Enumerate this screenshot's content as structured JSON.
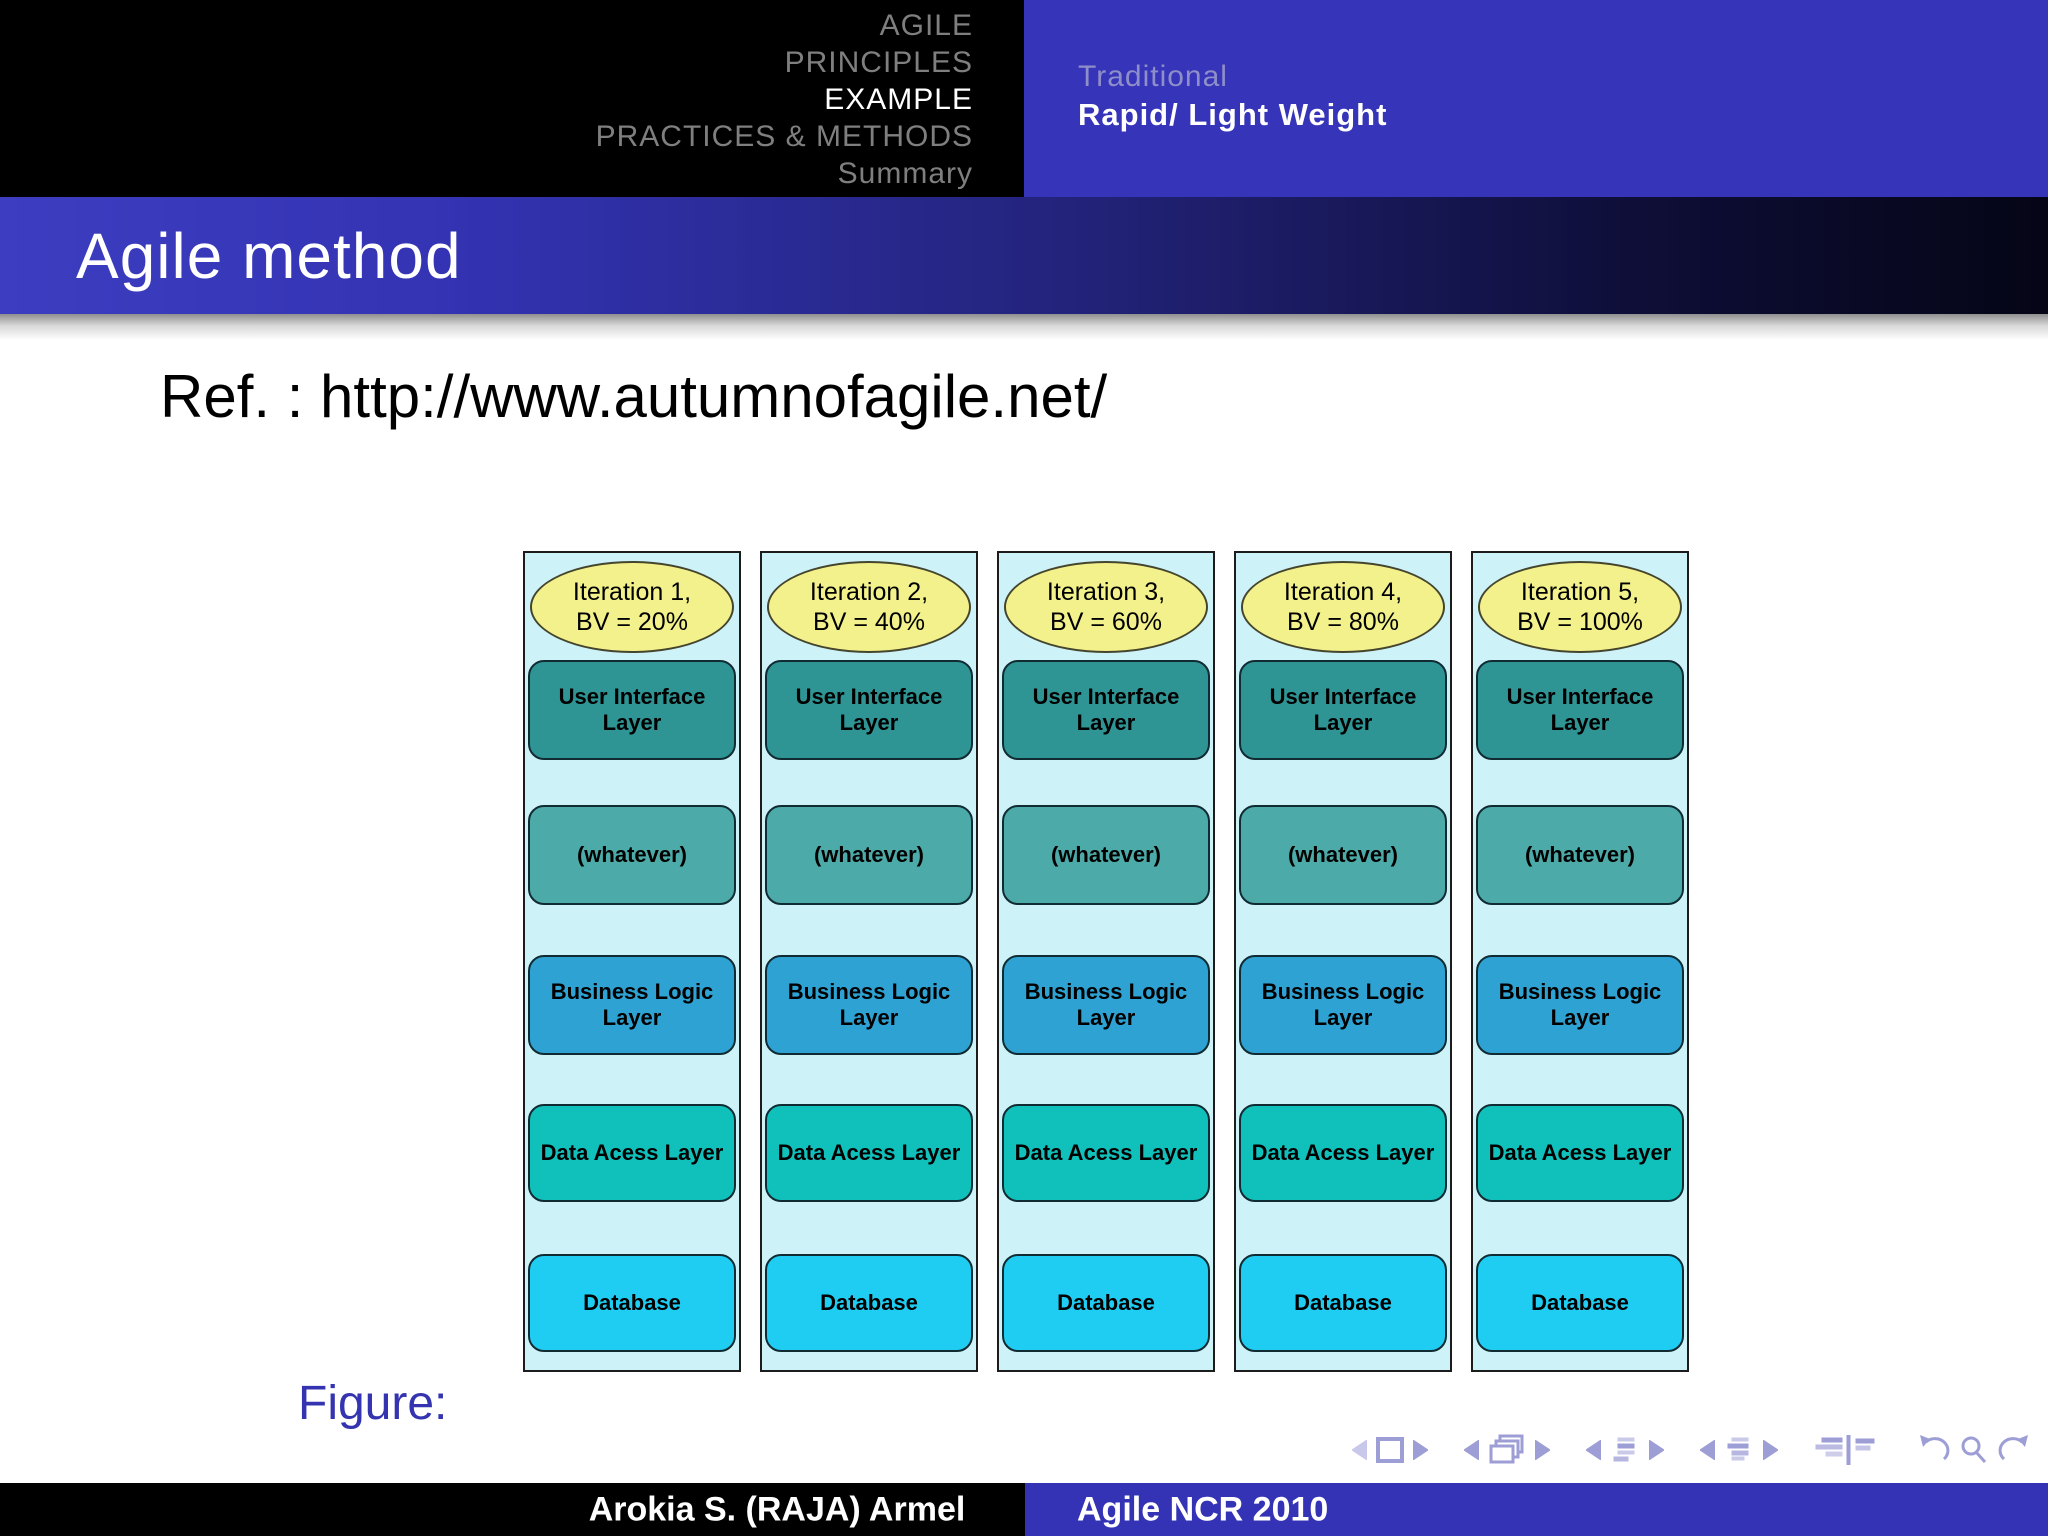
{
  "header": {
    "sections": [
      {
        "label": "AGILE",
        "active": false
      },
      {
        "label": "PRINCIPLES",
        "active": false
      },
      {
        "label": "EXAMPLE",
        "active": true
      },
      {
        "label": "PRACTICES & METHODS",
        "active": false
      },
      {
        "label": "Summary",
        "active": false
      }
    ],
    "subsections": [
      {
        "label": "Traditional",
        "active": false
      },
      {
        "label": "Rapid/ Light Weight",
        "active": true
      }
    ]
  },
  "frame_title": "Agile method",
  "reference": "Ref. : http://www.autumnofagile.net/",
  "figure_caption": "Figure:",
  "figure": {
    "layers": [
      "User Interface Layer",
      "(whatever)",
      "Business Logic Layer",
      "Data Acess Layer",
      "Database"
    ],
    "columns": [
      {
        "iteration": "Iteration 1,",
        "bv": "BV = 20%"
      },
      {
        "iteration": "Iteration 2,",
        "bv": "BV = 40%"
      },
      {
        "iteration": "Iteration 3,",
        "bv": "BV = 60%"
      },
      {
        "iteration": "Iteration 4,",
        "bv": "BV = 80%"
      },
      {
        "iteration": "Iteration 5,",
        "bv": "BV = 100%"
      }
    ]
  },
  "footer": {
    "author": "Arokia S. (RAJA) Armel",
    "event": "Agile NCR 2010"
  },
  "colors": {
    "structure_blue": "#3634b8",
    "header_black": "#000000",
    "inactive_section_gray": "#7f7f7f",
    "inactive_subsection": "#8e8ec9",
    "title_gradient_start": "#3333b3",
    "title_gradient_end": "#050516",
    "column_background": "#cdf3f8",
    "ellipse_yellow": "#f2f18b",
    "layer_user_interface": "#2e9594",
    "layer_whatever": "#4caaa8",
    "layer_business_logic": "#2ea3d3",
    "layer_data_access": "#10c0bb",
    "layer_database": "#1fcdf2",
    "figure_caption_blue": "#3434b0",
    "nav_icon_purple": "#9e9ed6"
  }
}
